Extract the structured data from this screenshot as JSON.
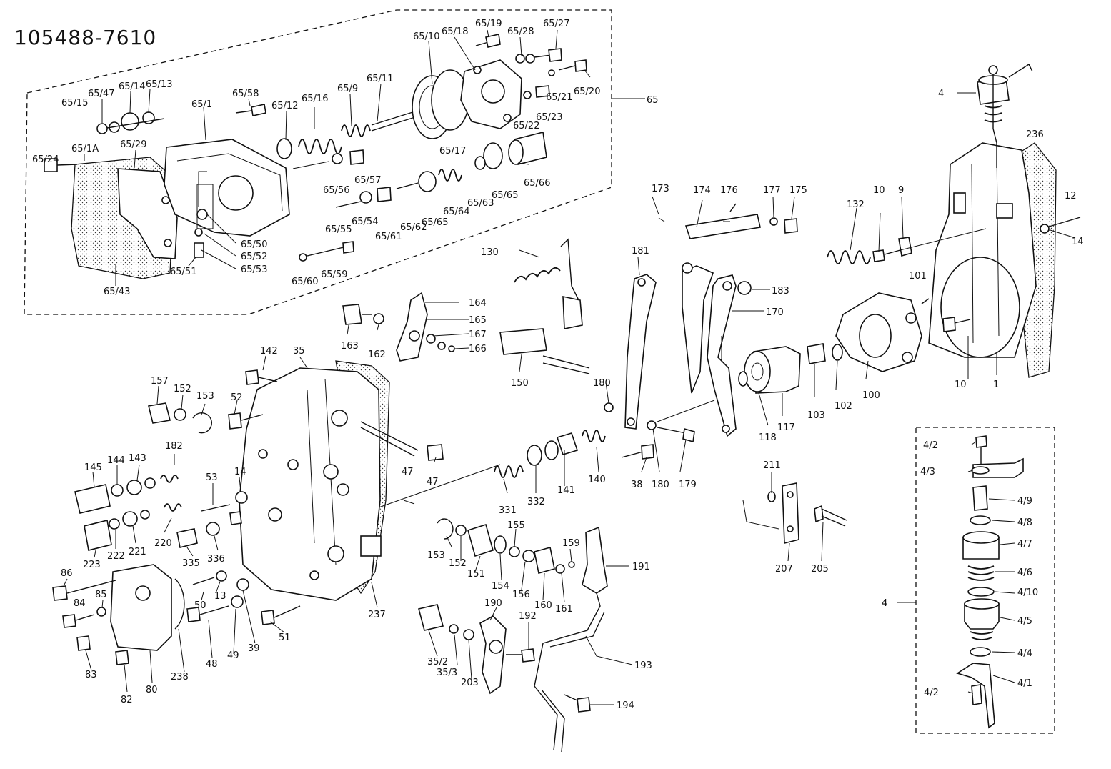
{
  "title": "105488-7610",
  "labels": [
    {
      "text": "65/10"
    },
    {
      "text": "65/18"
    },
    {
      "text": "65/19"
    },
    {
      "text": "65/28"
    },
    {
      "text": "65/27"
    },
    {
      "text": "65/20"
    },
    {
      "text": "65/21"
    },
    {
      "text": "65/23"
    },
    {
      "text": "65/22"
    },
    {
      "text": "65"
    },
    {
      "text": "65/11"
    },
    {
      "text": "65/9"
    },
    {
      "text": "65/16"
    },
    {
      "text": "65/12"
    },
    {
      "text": "65/58"
    },
    {
      "text": "65/1"
    },
    {
      "text": "65/13"
    },
    {
      "text": "65/14"
    },
    {
      "text": "65/47"
    },
    {
      "text": "65/15"
    },
    {
      "text": "65/1A"
    },
    {
      "text": "65/29"
    },
    {
      "text": "65/24"
    },
    {
      "text": "65/43"
    },
    {
      "text": "65/51"
    },
    {
      "text": "65/50"
    },
    {
      "text": "65/52"
    },
    {
      "text": "65/53"
    },
    {
      "text": "65/56"
    },
    {
      "text": "65/57"
    },
    {
      "text": "65/55"
    },
    {
      "text": "65/54"
    },
    {
      "text": "65/61"
    },
    {
      "text": "65/62"
    },
    {
      "text": "65/65"
    },
    {
      "text": "65/64"
    },
    {
      "text": "65/63"
    },
    {
      "text": "65/65"
    },
    {
      "text": "65/66"
    },
    {
      "text": "65/17"
    },
    {
      "text": "65/59"
    },
    {
      "text": "65/60"
    },
    {
      "text": "4"
    },
    {
      "text": "236"
    },
    {
      "text": "12"
    },
    {
      "text": "14"
    },
    {
      "text": "132"
    },
    {
      "text": "10"
    },
    {
      "text": "9"
    },
    {
      "text": "173"
    },
    {
      "text": "174"
    },
    {
      "text": "176"
    },
    {
      "text": "177"
    },
    {
      "text": "175"
    },
    {
      "text": "130"
    },
    {
      "text": "181"
    },
    {
      "text": "183"
    },
    {
      "text": "170"
    },
    {
      "text": "101"
    },
    {
      "text": "164"
    },
    {
      "text": "165"
    },
    {
      "text": "167"
    },
    {
      "text": "166"
    },
    {
      "text": "163"
    },
    {
      "text": "162"
    },
    {
      "text": "150"
    },
    {
      "text": "10"
    },
    {
      "text": "1"
    },
    {
      "text": "100"
    },
    {
      "text": "102"
    },
    {
      "text": "103"
    },
    {
      "text": "117"
    },
    {
      "text": "118"
    },
    {
      "text": "180"
    },
    {
      "text": "180"
    },
    {
      "text": "179"
    },
    {
      "text": "38"
    },
    {
      "text": "140"
    },
    {
      "text": "141"
    },
    {
      "text": "332"
    },
    {
      "text": "331"
    },
    {
      "text": "47"
    },
    {
      "text": "35"
    },
    {
      "text": "157"
    },
    {
      "text": "152"
    },
    {
      "text": "153"
    },
    {
      "text": "52"
    },
    {
      "text": "142"
    },
    {
      "text": "182"
    },
    {
      "text": "47"
    },
    {
      "text": "145"
    },
    {
      "text": "144"
    },
    {
      "text": "143"
    },
    {
      "text": "53"
    },
    {
      "text": "14"
    },
    {
      "text": "220"
    },
    {
      "text": "223"
    },
    {
      "text": "222"
    },
    {
      "text": "221"
    },
    {
      "text": "335"
    },
    {
      "text": "336"
    },
    {
      "text": "86"
    },
    {
      "text": "84"
    },
    {
      "text": "85"
    },
    {
      "text": "50"
    },
    {
      "text": "13"
    },
    {
      "text": "48"
    },
    {
      "text": "49"
    },
    {
      "text": "39"
    },
    {
      "text": "51"
    },
    {
      "text": "237"
    },
    {
      "text": "83"
    },
    {
      "text": "82"
    },
    {
      "text": "80"
    },
    {
      "text": "238"
    },
    {
      "text": "153"
    },
    {
      "text": "152"
    },
    {
      "text": "151"
    },
    {
      "text": "155"
    },
    {
      "text": "154"
    },
    {
      "text": "156"
    },
    {
      "text": "160"
    },
    {
      "text": "161"
    },
    {
      "text": "159"
    },
    {
      "text": "191"
    },
    {
      "text": "35/2"
    },
    {
      "text": "35/3"
    },
    {
      "text": "203"
    },
    {
      "text": "190"
    },
    {
      "text": "192"
    },
    {
      "text": "193"
    },
    {
      "text": "194"
    },
    {
      "text": "211"
    },
    {
      "text": "207"
    },
    {
      "text": "205"
    },
    {
      "text": "4/2"
    },
    {
      "text": "4/3"
    },
    {
      "text": "4/9"
    },
    {
      "text": "4/8"
    },
    {
      "text": "4/7"
    },
    {
      "text": "4/6"
    },
    {
      "text": "4/10"
    },
    {
      "text": "4/5"
    },
    {
      "text": "4/4"
    },
    {
      "text": "4/1"
    },
    {
      "text": "4/2"
    },
    {
      "text": "4"
    }
  ]
}
